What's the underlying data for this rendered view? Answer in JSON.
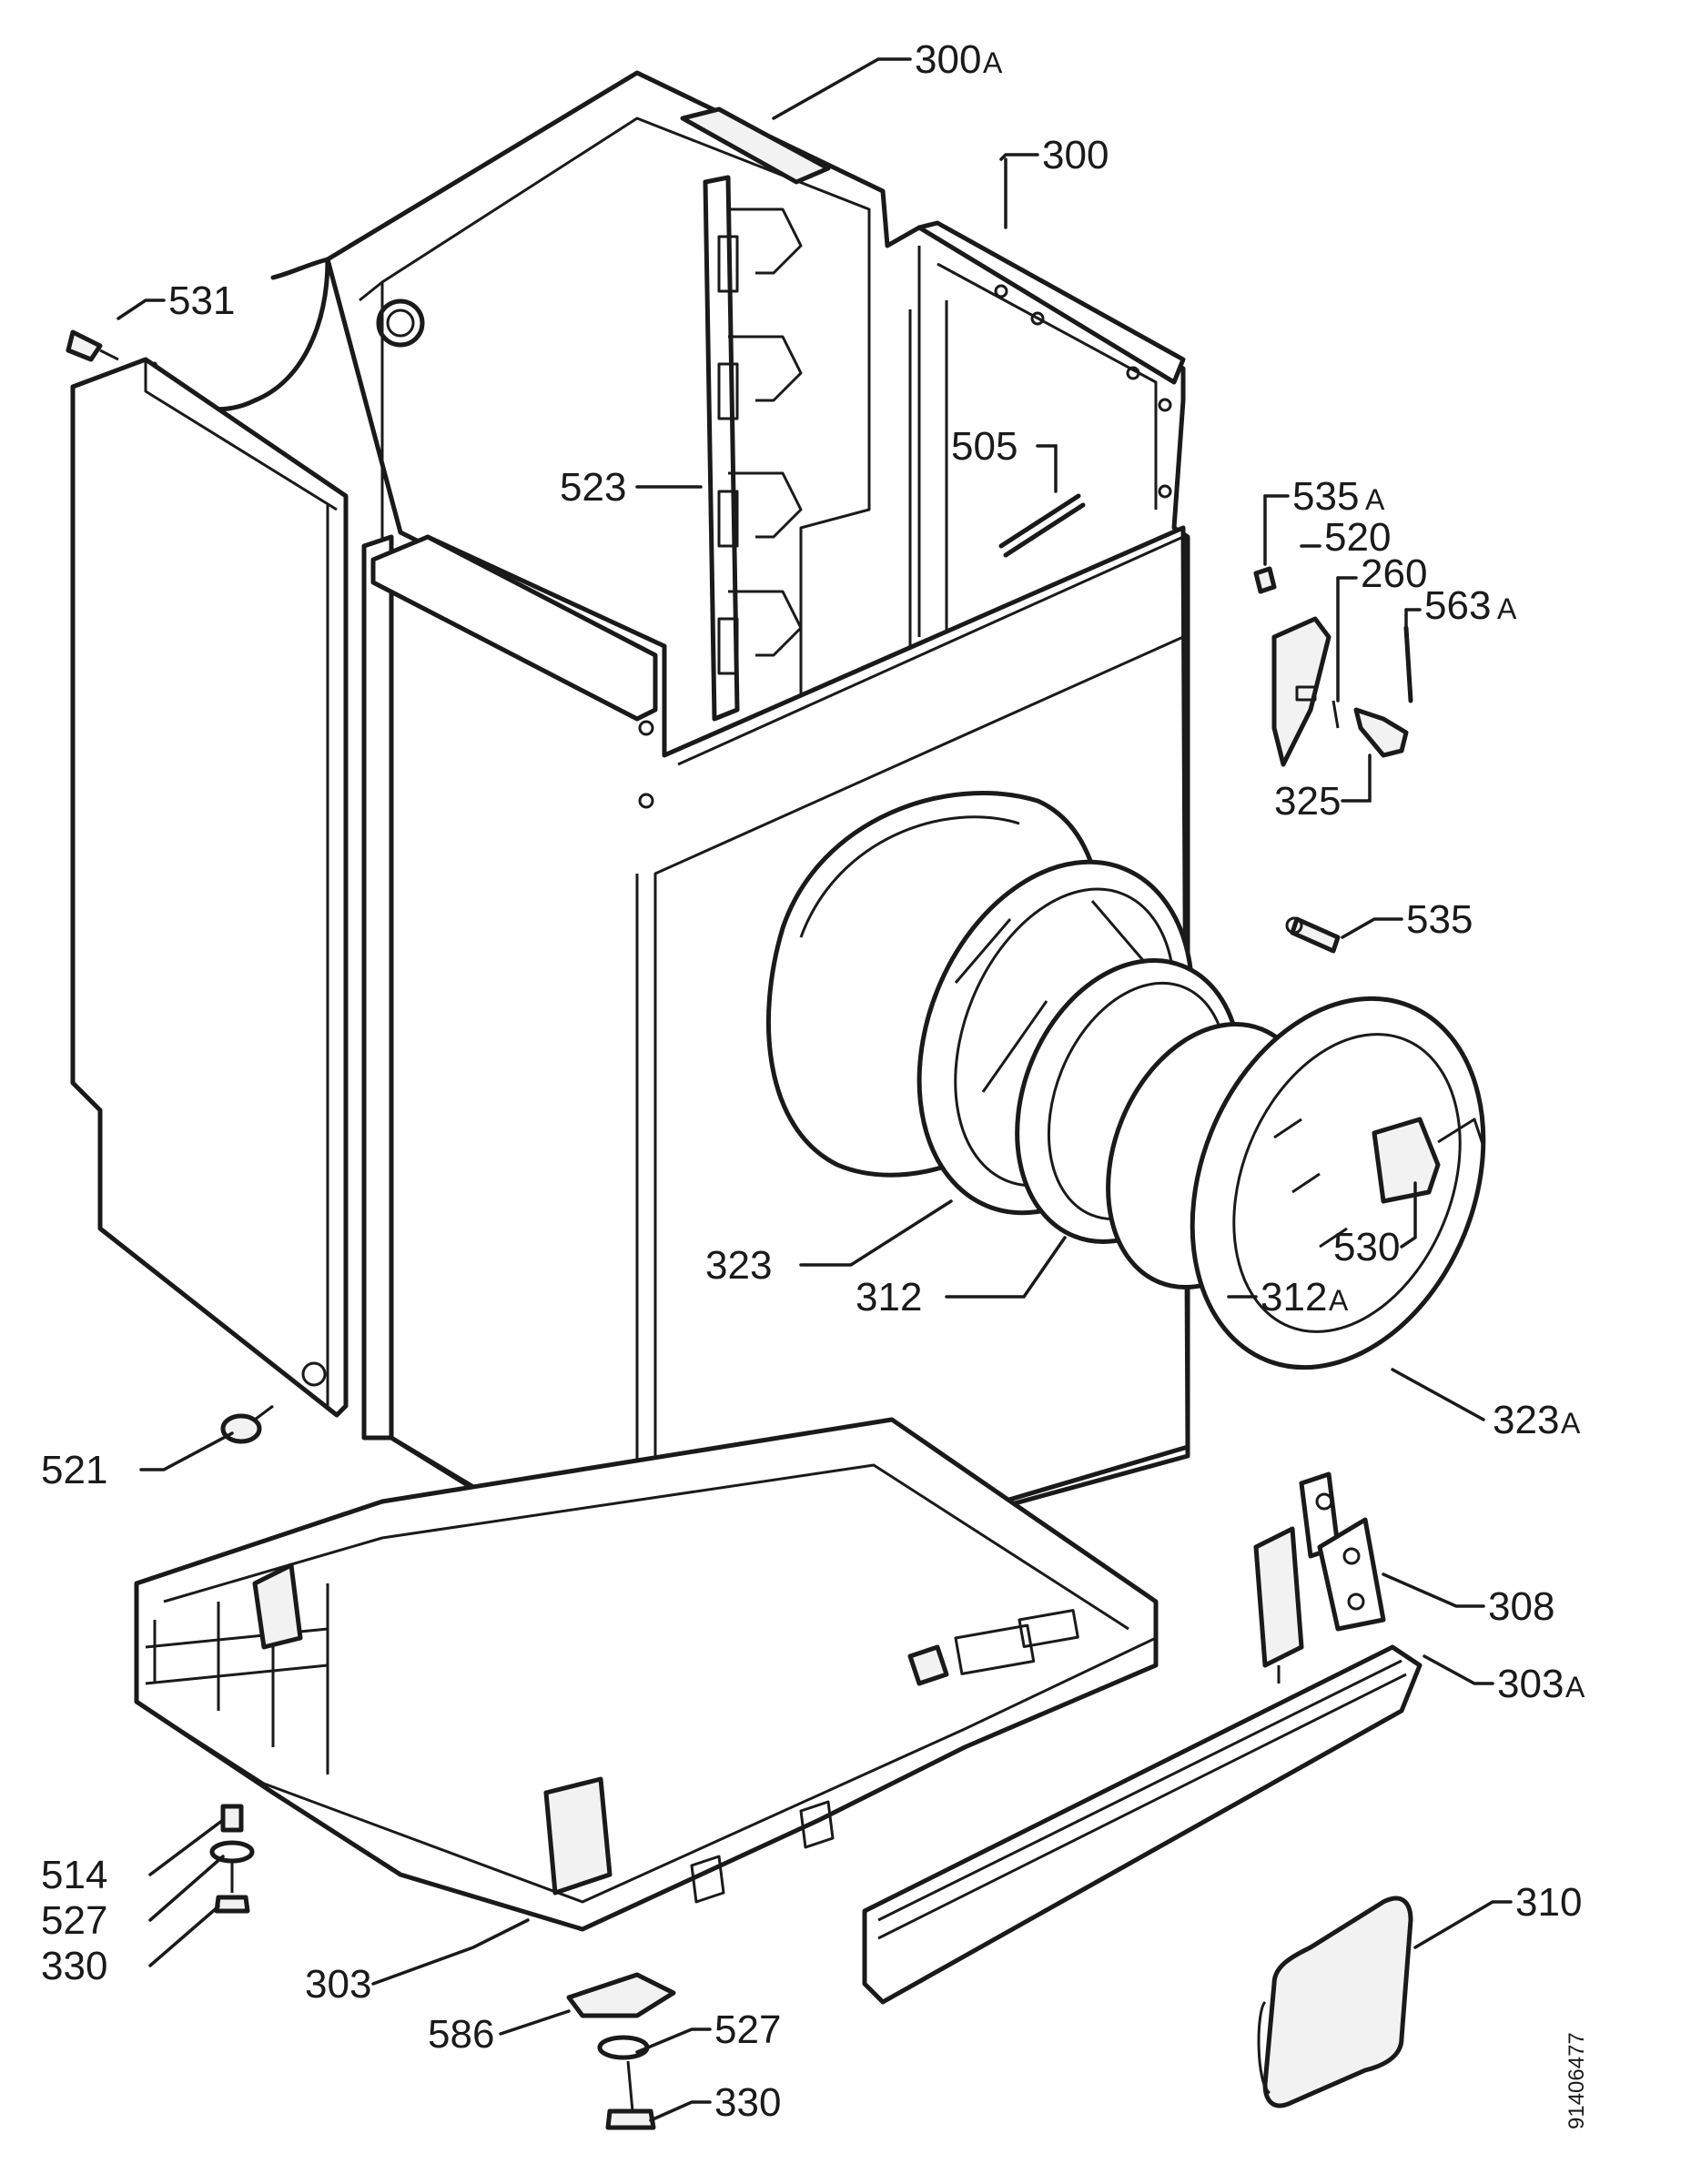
{
  "callouts": [
    {
      "id": "300A",
      "number": "300",
      "suffix": "A"
    },
    {
      "id": "300",
      "number": "300",
      "suffix": ""
    },
    {
      "id": "531",
      "number": "531",
      "suffix": ""
    },
    {
      "id": "505",
      "number": "505",
      "suffix": ""
    },
    {
      "id": "523",
      "number": "523",
      "suffix": ""
    },
    {
      "id": "535A",
      "number": "535",
      "suffix": "A"
    },
    {
      "id": "520",
      "number": "520",
      "suffix": ""
    },
    {
      "id": "260",
      "number": "260",
      "suffix": ""
    },
    {
      "id": "563A",
      "number": "563",
      "suffix": "A"
    },
    {
      "id": "325",
      "number": "325",
      "suffix": ""
    },
    {
      "id": "535",
      "number": "535",
      "suffix": ""
    },
    {
      "id": "530",
      "number": "530",
      "suffix": ""
    },
    {
      "id": "323",
      "number": "323",
      "suffix": ""
    },
    {
      "id": "312",
      "number": "312",
      "suffix": ""
    },
    {
      "id": "312A",
      "number": "312",
      "suffix": "A"
    },
    {
      "id": "323A",
      "number": "323",
      "suffix": "A"
    },
    {
      "id": "521",
      "number": "521",
      "suffix": ""
    },
    {
      "id": "308",
      "number": "308",
      "suffix": ""
    },
    {
      "id": "303A",
      "number": "303",
      "suffix": "A"
    },
    {
      "id": "514",
      "number": "514",
      "suffix": ""
    },
    {
      "id": "527a",
      "number": "527",
      "suffix": ""
    },
    {
      "id": "330a",
      "number": "330",
      "suffix": ""
    },
    {
      "id": "303",
      "number": "303",
      "suffix": ""
    },
    {
      "id": "586",
      "number": "586",
      "suffix": ""
    },
    {
      "id": "310",
      "number": "310",
      "suffix": ""
    },
    {
      "id": "527b",
      "number": "527",
      "suffix": ""
    },
    {
      "id": "330b",
      "number": "330",
      "suffix": ""
    }
  ],
  "document_number": "91406477"
}
